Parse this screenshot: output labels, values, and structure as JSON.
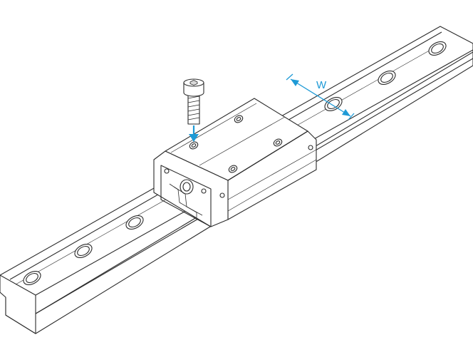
{
  "diagram": {
    "dimension_label": "W",
    "colors": {
      "line": "#2b2b2b",
      "accent": "#1e9ad6",
      "background": "#ffffff"
    },
    "parts": [
      "linear-rail",
      "carriage-block",
      "cap-screw"
    ]
  }
}
